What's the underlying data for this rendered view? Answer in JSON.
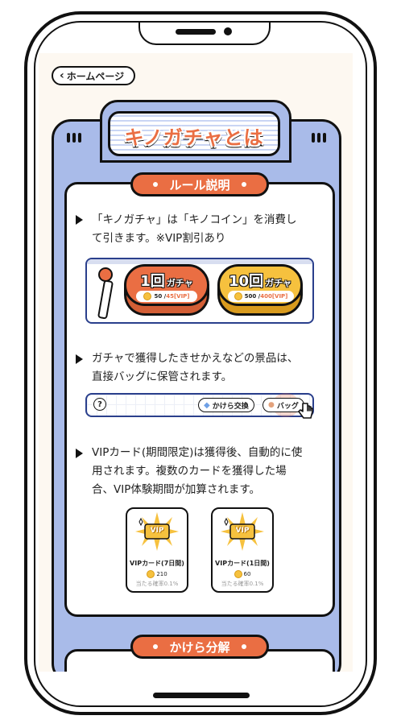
{
  "nav": {
    "back_label": "ホームページ"
  },
  "header": {
    "title": "キノガチャとは"
  },
  "rules_section": {
    "title": "ルール説明",
    "rule1_line1": "「キノガチャ」は「キノコイン」を消費し",
    "rule1_line2": "て引きます。※VIP割引あり",
    "rule2_line1": "ガチャで獲得したきせかえなどの景品は、",
    "rule2_line2": "直接バッグに保管されます。",
    "rule3_line1": "VIPカード(期間限定)は獲得後、自動的に使",
    "rule3_line2": "用されます。複数のカードを獲得した場",
    "rule3_line3": "合、VIP体験期間が加算されます。"
  },
  "gacha": {
    "single": {
      "count": "1回",
      "suffix": "ガチャ",
      "price": "50 / ",
      "vip_price": "45[VIP]"
    },
    "ten": {
      "count": "10回",
      "suffix": "ガチャ",
      "price": "500 / ",
      "vip_price": "400[VIP]"
    }
  },
  "bag_bar": {
    "help": "?",
    "exchange_label": "かけら交換",
    "bag_label": "バッグ"
  },
  "vip_cards": [
    {
      "badge": "VIP",
      "name": "VIPカード(7日間)",
      "price": "210",
      "prob": "当たる確率0.1%"
    },
    {
      "badge": "VIP",
      "name": "VIPカード(1日間)",
      "price": "60",
      "prob": "当たる確率0.1%"
    }
  ],
  "fragment_section": {
    "title": "かけら分解"
  },
  "colors": {
    "accent": "#ea6e43",
    "frame": "#a9bbe9",
    "gold": "#f6c13e",
    "navy": "#2a3f8c"
  }
}
